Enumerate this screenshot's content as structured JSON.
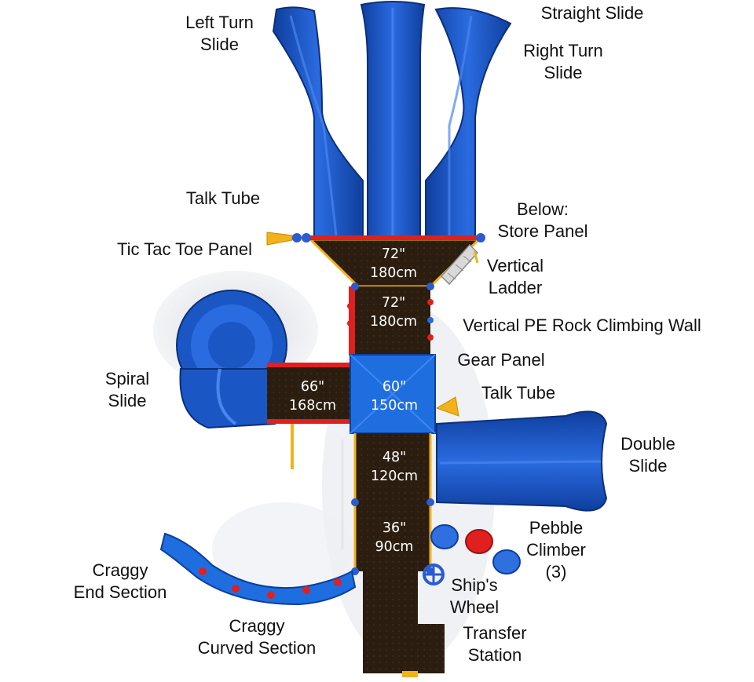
{
  "colors": {
    "slide_blue": "#1a57c4",
    "deck_brown": "#2b1d0f",
    "roof_blue": "#1f6ee0",
    "accent_yellow": "#f2b21c",
    "accent_red": "#e0201f"
  },
  "labels": {
    "left_turn_slide": [
      "Left Turn",
      "Slide"
    ],
    "straight_slide": [
      "Straight Slide"
    ],
    "right_turn_slide": [
      "Right Turn",
      "Slide"
    ],
    "talk_tube_top": [
      "Talk Tube"
    ],
    "store_panel": [
      "Below:",
      "Store Panel"
    ],
    "tic_tac_toe": [
      "Tic Tac Toe Panel"
    ],
    "vertical_ladder": [
      "Vertical",
      "Ladder"
    ],
    "rock_wall": [
      "Vertical PE Rock Climbing Wall"
    ],
    "gear_panel": [
      "Gear Panel"
    ],
    "spiral_slide": [
      "Spiral",
      "Slide"
    ],
    "talk_tube_right": [
      "Talk Tube"
    ],
    "double_slide": [
      "Double",
      "Slide"
    ],
    "pebble_climber": [
      "Pebble",
      "Climber",
      "(3)"
    ],
    "craggy_end": [
      "Craggy",
      "End Section"
    ],
    "ships_wheel": [
      "Ship's",
      "Wheel"
    ],
    "craggy_curved": [
      "Craggy",
      "Curved Section"
    ],
    "transfer_station": [
      "Transfer",
      "Station"
    ]
  },
  "decks": [
    {
      "id": "deck-top",
      "imperial": "72\"",
      "metric": "180cm"
    },
    {
      "id": "deck-upper",
      "imperial": "72\"",
      "metric": "180cm"
    },
    {
      "id": "deck-left",
      "imperial": "66\"",
      "metric": "168cm"
    },
    {
      "id": "deck-roof",
      "imperial": "60\"",
      "metric": "150cm"
    },
    {
      "id": "deck-mid",
      "imperial": "48\"",
      "metric": "120cm"
    },
    {
      "id": "deck-low",
      "imperial": "36\"",
      "metric": "90cm"
    }
  ]
}
